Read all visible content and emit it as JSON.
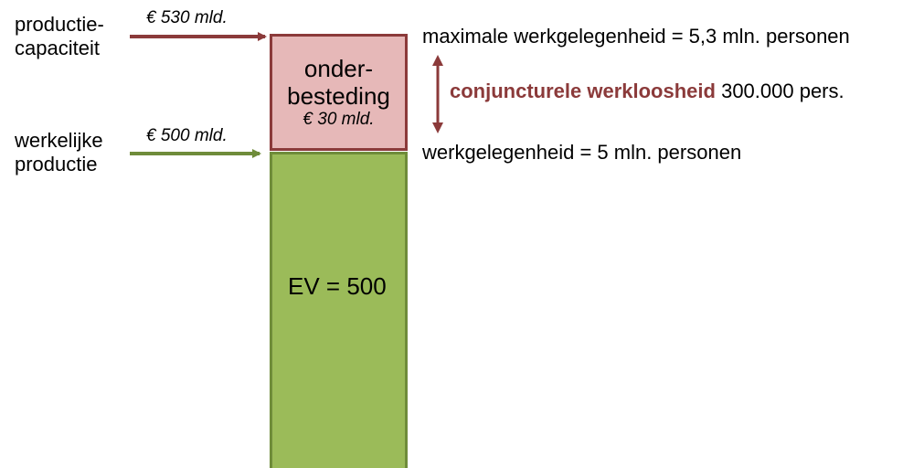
{
  "colors": {
    "capacity_red": "#8b3a3a",
    "actual_green": "#6f8c3a",
    "underspending_fill": "#e6b8b8",
    "spending_fill": "#9bbb59"
  },
  "left": {
    "capacity_label": [
      "productie-",
      "capaciteit"
    ],
    "capacity_amount": "€ 530 mld.",
    "actual_label": [
      "werkelijke",
      "productie"
    ],
    "actual_amount": "€ 500 mld."
  },
  "box": {
    "top_title": [
      "onder-",
      "besteding"
    ],
    "top_amount": "€ 30 mld.",
    "bottom_label": "EV = 500"
  },
  "right": {
    "max_employment": "maximale werkgelegenheid = 5,3 mln. personen",
    "unemployment_label": "conjuncturele werkloosheid",
    "unemployment_value": "300.000 pers.",
    "employment": "werkgelegenheid = 5 mln. personen"
  }
}
